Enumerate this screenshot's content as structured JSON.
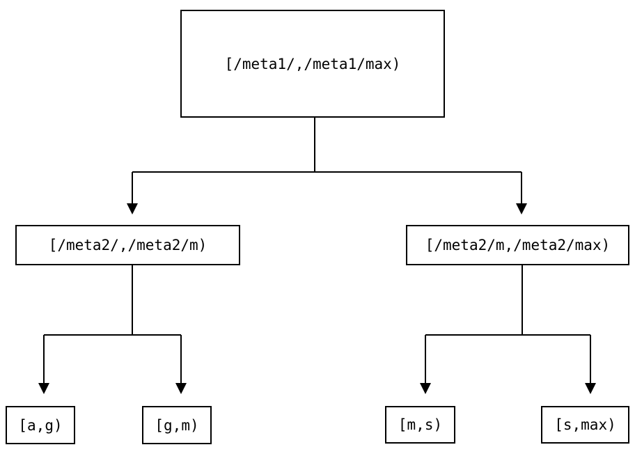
{
  "diagram": {
    "type": "tree",
    "description": "Binary interval-partition tree with two levels of splits",
    "nodes": {
      "root": {
        "label": "[/meta1/,/meta1/max)"
      },
      "meta2_low": {
        "label": "[/meta2/,/meta2/m)"
      },
      "meta2_high": {
        "label": "[/meta2/m,/meta2/max)"
      },
      "leaf_ag": {
        "label": "[a,g)"
      },
      "leaf_gm": {
        "label": "[g,m)"
      },
      "leaf_ms": {
        "label": "[m,s)"
      },
      "leaf_smax": {
        "label": "[s,max)"
      }
    },
    "edges": [
      {
        "from": "root",
        "to": "meta2_low"
      },
      {
        "from": "root",
        "to": "meta2_high"
      },
      {
        "from": "meta2_low",
        "to": "leaf_ag"
      },
      {
        "from": "meta2_low",
        "to": "leaf_gm"
      },
      {
        "from": "meta2_high",
        "to": "leaf_ms"
      },
      {
        "from": "meta2_high",
        "to": "leaf_smax"
      }
    ],
    "colors": {
      "background": "#ffffff",
      "line": "#000000",
      "box_border": "#000000",
      "text": "#000000"
    }
  }
}
